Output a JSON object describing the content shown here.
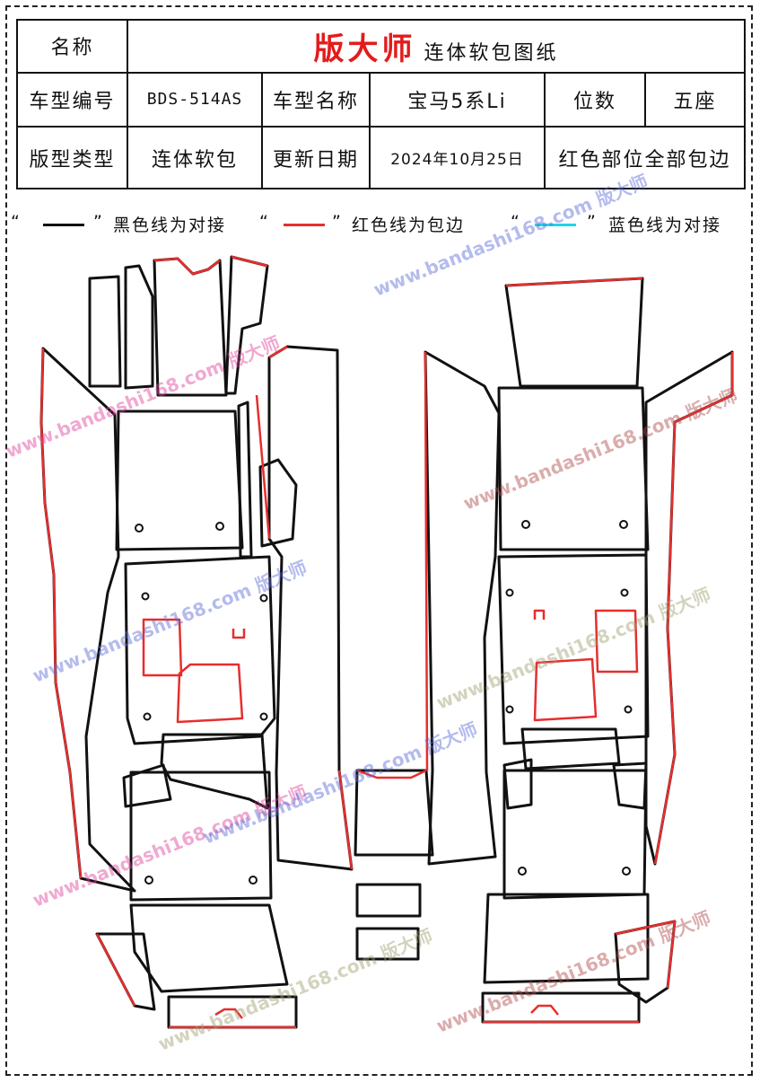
{
  "header": {
    "name_label": "名称",
    "brand": "版大师",
    "doc_title": "连体软包图纸",
    "model_code_label": "车型编号",
    "model_code": "BDS-514AS",
    "model_name_label": "车型名称",
    "model_name": "宝马5系Li",
    "seats_label": "位数",
    "seats": "五座",
    "pattern_type_label": "版型类型",
    "pattern_type": "连体软包",
    "update_label": "更新日期",
    "update_date": "2024年10月25日",
    "note": "红色部位全部包边"
  },
  "legend": {
    "open_quote": "“",
    "close_quote": "”",
    "black_text": "黑色线为对接",
    "red_text": "红色线为包边",
    "blue_text": "蓝色线为对接",
    "colors": {
      "black": "#111111",
      "red": "#e62e2e",
      "blue": "#22d3e6"
    }
  },
  "watermarks": {
    "site": "www.bandashi168.com",
    "brand": "版大师",
    "colors": [
      "#e0409a",
      "#5a6ad8",
      "#b04848",
      "#a0a070"
    ]
  }
}
